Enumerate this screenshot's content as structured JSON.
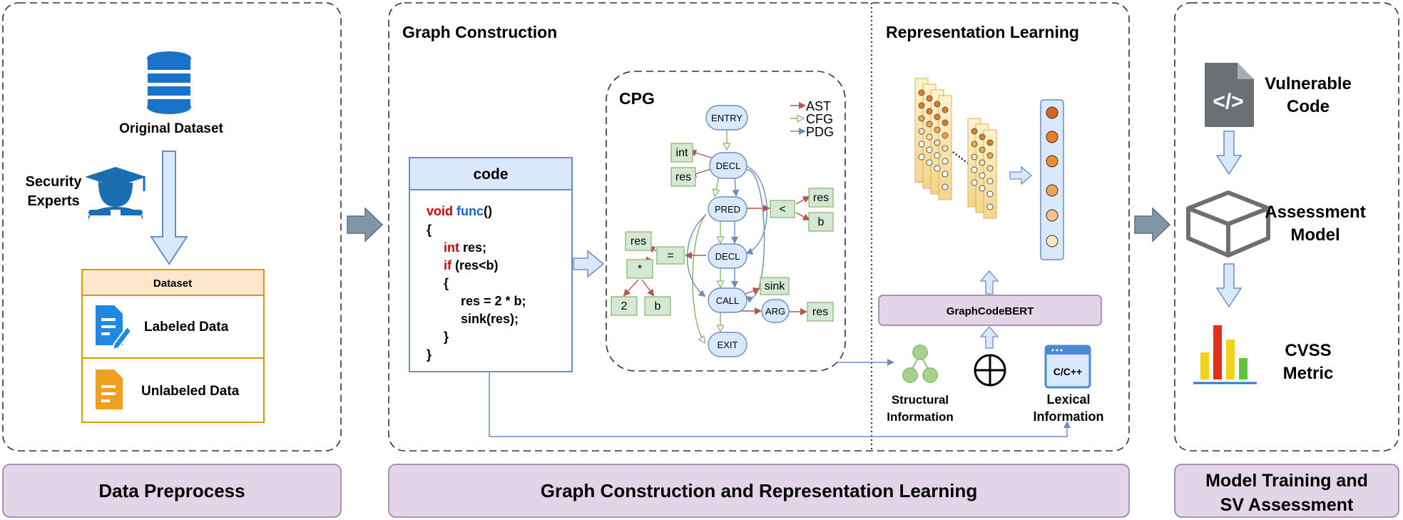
{
  "panels": {
    "preprocess": {
      "original_dataset": "Original Dataset",
      "security_experts_line1": "Security",
      "security_experts_line2": "Experts",
      "dataset_header": "Dataset",
      "labeled": "Labeled Data",
      "unlabeled": "Unlabeled Data",
      "footer": "Data Preprocess"
    },
    "graph": {
      "title": "Graph Construction",
      "code_header": "code",
      "code_lines": [
        {
          "kw": "void",
          "fn": "func",
          "rest": "()"
        },
        {
          "rest": "{"
        },
        {
          "kw": "int",
          "rest": " res;"
        },
        {
          "kw": "if",
          "rest": " (res<b)"
        },
        {
          "rest": "{"
        },
        {
          "rest": "res = 2 * b;"
        },
        {
          "rest": "sink(res);"
        },
        {
          "rest": "}"
        },
        {
          "rest": "}"
        }
      ],
      "cpg_title": "CPG",
      "legend": [
        "AST",
        "CFG",
        "PDG"
      ],
      "nodes": {
        "entry": "ENTRY",
        "decl1": "DECL",
        "pred": "PRED",
        "decl2": "DECL",
        "call": "CALL",
        "arg": "ARG",
        "exit": "EXIT"
      },
      "leaves": {
        "int": "int",
        "res1": "res",
        "lt": "<",
        "res2": "res",
        "b1": "b",
        "res3": "res",
        "eq": "=",
        "star": "*",
        "two": "2",
        "b2": "b",
        "sink": "sink",
        "res4": "res"
      }
    },
    "repr": {
      "title": "Representation Learning",
      "model": "GraphCodeBERT",
      "structural_line1": "Structural",
      "structural_line2": "Information",
      "lexical_line1": "Lexical",
      "lexical_line2": "Information",
      "lang": "C/C++",
      "footer": "Graph Construction and Representation Learning"
    },
    "model": {
      "vuln_line1": "Vulnerable",
      "vuln_line2": "Code",
      "assess_line1": "Assessment",
      "assess_line2": "Model",
      "cvss_line1": "CVSS",
      "cvss_line2": "Metric",
      "footer_line1": "Model Training and",
      "footer_line2": "SV Assessment"
    }
  },
  "colors": {
    "ast": "#b85450",
    "cfg": "#82b366",
    "pdg": "#6c8ebf",
    "keyword": "#cc0000",
    "function": "#1a66cc",
    "footer_bg": "#e1d5e7",
    "footer_border": "#9673a6"
  }
}
